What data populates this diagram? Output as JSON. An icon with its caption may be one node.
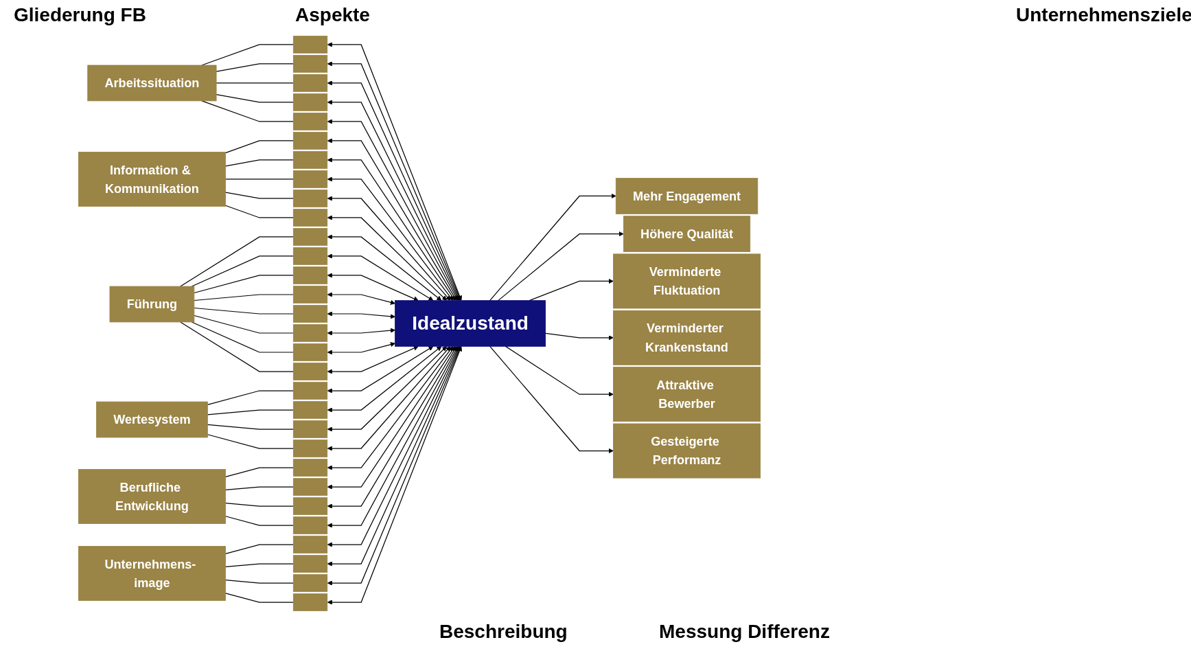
{
  "diagram": {
    "nodes": [
      {
        "text": [
          "Arbeitssituation"
        ]
      },
      {
        "text": [
          "Information & Kommunikation"
        ]
      },
      {
        "text": [
          "Führung"
        ]
      },
      {
        "text": [
          "Wertesystem"
        ]
      },
      {
        "text": [
          "Berufliche Entwicklung"
        ]
      },
      {
        "text": [
          "Unternehmens- image"
        ]
      },
      {
        "text": [],
        "shape": "bar"
      },
      {
        "text": [],
        "shape": "bar"
      },
      {
        "text": [],
        "shape": "bar"
      },
      {
        "text": [],
        "shape": "bar"
      },
      {
        "text": [],
        "shape": "bar"
      },
      {
        "text": [],
        "shape": "bar"
      },
      {
        "text": [],
        "shape": "bar"
      },
      {
        "text": [],
        "shape": "bar"
      },
      {
        "text": [],
        "shape": "bar"
      },
      {
        "text": [],
        "shape": "bar"
      },
      {
        "text": [],
        "shape": "bar"
      },
      {
        "text": [],
        "shape": "bar"
      },
      {
        "text": [],
        "shape": "bar"
      },
      {
        "text": [],
        "shape": "bar"
      },
      {
        "text": [],
        "shape": "bar"
      },
      {
        "text": [],
        "shape": "bar"
      },
      {
        "text": [],
        "shape": "bar"
      },
      {
        "text": [],
        "shape": "bar"
      },
      {
        "text": [],
        "shape": "bar"
      },
      {
        "text": [],
        "shape": "bar"
      },
      {
        "text": [],
        "shape": "bar"
      },
      {
        "text": [],
        "shape": "bar"
      },
      {
        "text": [],
        "shape": "bar"
      },
      {
        "text": [],
        "shape": "bar"
      },
      {
        "text": [],
        "shape": "bar"
      },
      {
        "text": [],
        "shape": "bar"
      },
      {
        "text": [],
        "shape": "bar"
      },
      {
        "text": [],
        "shape": "bar"
      },
      {
        "text": [],
        "shape": "bar"
      },
      {
        "text": [],
        "shape": "bar"
      },
      {
        "text": [
          "Idealzustand"
        ]
      },
      {
        "text": [
          "Mehr Engagement"
        ]
      },
      {
        "text": [
          "Höhere Qualität"
        ]
      },
      {
        "text": [
          "Verminderte Fluktuation"
        ]
      },
      {
        "text": [
          "Verminderter Krankenstand"
        ]
      },
      {
        "text": [
          "Attraktive Bewerber"
        ]
      },
      {
        "text": [
          "Gesteigerte Performanz"
        ]
      }
    ],
    "edges": [
      {
        "from": 0,
        "to": 6,
        "arrow": "none"
      },
      {
        "from": 0,
        "to": 7,
        "arrow": "none"
      },
      {
        "from": 0,
        "to": 8,
        "arrow": "none"
      },
      {
        "from": 0,
        "to": 9,
        "arrow": "none"
      },
      {
        "from": 0,
        "to": 10,
        "arrow": "none"
      },
      {
        "from": 1,
        "to": 11,
        "arrow": "none"
      },
      {
        "from": 1,
        "to": 12,
        "arrow": "none"
      },
      {
        "from": 1,
        "to": 13,
        "arrow": "none"
      },
      {
        "from": 1,
        "to": 14,
        "arrow": "none"
      },
      {
        "from": 1,
        "to": 15,
        "arrow": "none"
      },
      {
        "from": 2,
        "to": 16,
        "arrow": "none"
      },
      {
        "from": 2,
        "to": 17,
        "arrow": "none"
      },
      {
        "from": 2,
        "to": 18,
        "arrow": "none"
      },
      {
        "from": 2,
        "to": 19,
        "arrow": "none"
      },
      {
        "from": 2,
        "to": 20,
        "arrow": "none"
      },
      {
        "from": 2,
        "to": 21,
        "arrow": "none"
      },
      {
        "from": 2,
        "to": 22,
        "arrow": "none"
      },
      {
        "from": 2,
        "to": 23,
        "arrow": "none"
      },
      {
        "from": 3,
        "to": 24,
        "arrow": "none"
      },
      {
        "from": 3,
        "to": 25,
        "arrow": "none"
      },
      {
        "from": 3,
        "to": 26,
        "arrow": "none"
      },
      {
        "from": 3,
        "to": 27,
        "arrow": "none"
      },
      {
        "from": 4,
        "to": 28,
        "arrow": "none"
      },
      {
        "from": 4,
        "to": 29,
        "arrow": "none"
      },
      {
        "from": 4,
        "to": 30,
        "arrow": "none"
      },
      {
        "from": 4,
        "to": 31,
        "arrow": "none"
      },
      {
        "from": 5,
        "to": 32,
        "arrow": "none"
      },
      {
        "from": 5,
        "to": 33,
        "arrow": "none"
      },
      {
        "from": 5,
        "to": 34,
        "arrow": "none"
      },
      {
        "from": 5,
        "to": 35,
        "arrow": "none"
      },
      {
        "from": 6,
        "to": 36,
        "arrow": "both"
      },
      {
        "from": 7,
        "to": 36,
        "arrow": "both"
      },
      {
        "from": 8,
        "to": 36,
        "arrow": "both"
      },
      {
        "from": 9,
        "to": 36,
        "arrow": "both"
      },
      {
        "from": 10,
        "to": 36,
        "arrow": "both"
      },
      {
        "from": 11,
        "to": 36,
        "arrow": "both"
      },
      {
        "from": 12,
        "to": 36,
        "arrow": "both"
      },
      {
        "from": 13,
        "to": 36,
        "arrow": "both"
      },
      {
        "from": 14,
        "to": 36,
        "arrow": "both"
      },
      {
        "from": 15,
        "to": 36,
        "arrow": "both"
      },
      {
        "from": 16,
        "to": 36,
        "arrow": "both"
      },
      {
        "from": 17,
        "to": 36,
        "arrow": "both"
      },
      {
        "from": 18,
        "to": 36,
        "arrow": "both"
      },
      {
        "from": 19,
        "to": 36,
        "arrow": "both"
      },
      {
        "from": 20,
        "to": 36,
        "arrow": "both"
      },
      {
        "from": 21,
        "to": 36,
        "arrow": "both"
      },
      {
        "from": 22,
        "to": 36,
        "arrow": "both"
      },
      {
        "from": 23,
        "to": 36,
        "arrow": "both"
      },
      {
        "from": 24,
        "to": 36,
        "arrow": "both"
      },
      {
        "from": 25,
        "to": 36,
        "arrow": "both"
      },
      {
        "from": 26,
        "to": 36,
        "arrow": "both"
      },
      {
        "from": 27,
        "to": 36,
        "arrow": "both"
      },
      {
        "from": 28,
        "to": 36,
        "arrow": "both"
      },
      {
        "from": 29,
        "to": 36,
        "arrow": "both"
      },
      {
        "from": 30,
        "to": 36,
        "arrow": "both"
      },
      {
        "from": 31,
        "to": 36,
        "arrow": "both"
      },
      {
        "from": 32,
        "to": 36,
        "arrow": "both"
      },
      {
        "from": 33,
        "to": 36,
        "arrow": "both"
      },
      {
        "from": 34,
        "to": 36,
        "arrow": "both"
      },
      {
        "from": 35,
        "to": 36,
        "arrow": "both"
      },
      {
        "from": 36,
        "to": 37,
        "arrow": "to"
      },
      {
        "from": 36,
        "to": 38,
        "arrow": "to"
      },
      {
        "from": 36,
        "to": 39,
        "arrow": "to"
      },
      {
        "from": 36,
        "to": 40,
        "arrow": "to"
      },
      {
        "from": 36,
        "to": 41,
        "arrow": "to"
      },
      {
        "from": 36,
        "to": 42,
        "arrow": "to"
      }
    ],
    "labels": [
      "Gliederung FB",
      "Aspekte",
      "Unternehmensziele",
      "Beschreibung",
      "Messung Differenz"
    ]
  }
}
